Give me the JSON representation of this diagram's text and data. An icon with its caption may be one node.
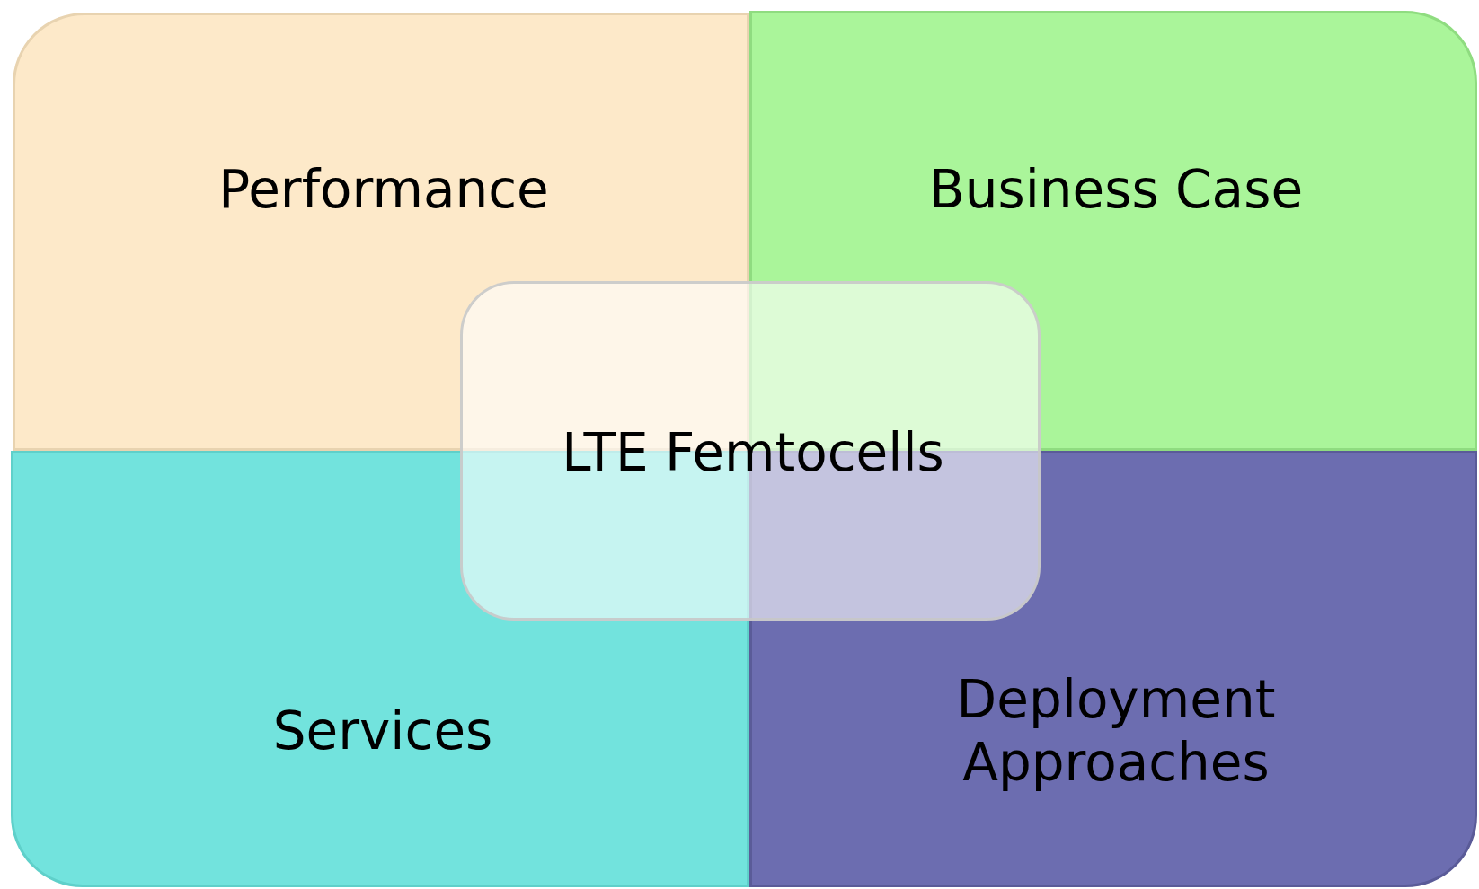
{
  "diagram": {
    "nodes": [
      {
        "text": [
          "Performance"
        ]
      },
      {
        "text": [
          "Business Case"
        ]
      },
      {
        "text": [
          "Services"
        ]
      },
      {
        "text": [
          "Deployment Approaches"
        ]
      },
      {
        "text": [
          "LTE Femtocells"
        ]
      }
    ],
    "edges": []
  }
}
